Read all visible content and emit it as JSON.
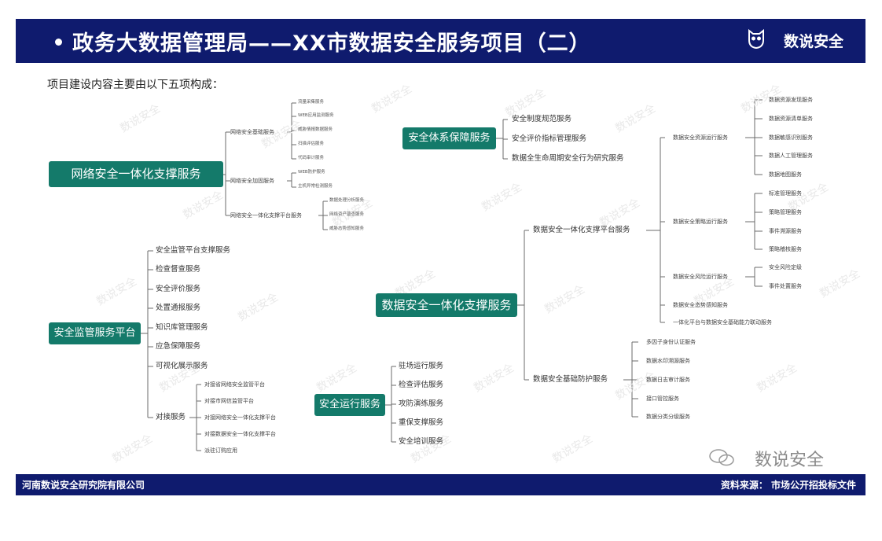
{
  "header": {
    "title": "政务大数据管理局——XX市数据安全服务项目（二）",
    "brand": "数说安全"
  },
  "subtitle": "项目建设内容主要由以下五项构成：",
  "footer": {
    "left": "河南数说安全研究院有限公司",
    "right": "资料来源： 市场公开招投标文件"
  },
  "wechat": "数说安全",
  "watermark": "数说安全",
  "diagram": {
    "b1": {
      "label": "网络安全一体化支撑服务",
      "groups": [
        {
          "label": "网络安全基础服务",
          "items": [
            "流量采集服务",
            "WEB应用监测服务",
            "威胁情报数据服务",
            "扫描评估服务",
            "代码审计服务"
          ]
        },
        {
          "label": "网络安全加固服务",
          "items": [
            "WEB防护服务",
            "主机异常检测服务"
          ]
        },
        {
          "label": "网络安全一体化支撑平台服务",
          "items": [
            "数据处理分析服务",
            "网络资产普查服务",
            "威胁态势感知服务"
          ]
        }
      ]
    },
    "b2": {
      "label": "安全监管服务平台",
      "items": [
        "安全监管平台支撑服务",
        "检查督查服务",
        "安全评价服务",
        "处置通报服务",
        "知识库管理服务",
        "应急保障服务",
        "可视化展示服务"
      ],
      "group": {
        "label": "对接服务",
        "items": [
          "对接省网络安全监管平台",
          "对接市网信监管平台",
          "对接网络安全一体化支撑平台",
          "对接数据安全一体化支撑平台",
          "派驻订购应用"
        ]
      }
    },
    "b3": {
      "label": "安全体系保障服务",
      "items": [
        "安全制度规范服务",
        "安全评价指标管理服务",
        "数据全生命周期安全行为研究服务"
      ]
    },
    "b4": {
      "label": "安全运行服务",
      "items": [
        "驻场运行服务",
        "检查评估服务",
        "攻防演练服务",
        "重保支撑服务",
        "安全培训服务"
      ]
    },
    "b5": {
      "label": "数据安全一体化支撑服务",
      "platform": {
        "label": "数据安全一体化支撑平台服务",
        "groups": [
          {
            "label": "数据安全资源运行服务",
            "items": [
              "数据资源发现服务",
              "数据资源清单服务",
              "数据敏感识别服务",
              "数据人工管理服务",
              "数据地图服务"
            ]
          },
          {
            "label": "数据安全策略运行服务",
            "items": [
              "标准管理服务",
              "策略管理服务",
              "事件溯源服务",
              "策略稽核服务"
            ]
          },
          {
            "label": "数据安全风险运行服务",
            "items": [
              "安全风险定级",
              "事件处置服务"
            ]
          },
          {
            "label": "数据安全态势感知服务",
            "items": []
          },
          {
            "label": "一体化平台与数据安全基础能力联动服务",
            "items": []
          }
        ]
      },
      "defense": {
        "label": "数据安全基础防护服务",
        "items": [
          "多因子身份认证服务",
          "数据水印溯源服务",
          "数据日志审计服务",
          "接口管控服务",
          "数据分类分级服务"
        ]
      }
    }
  }
}
